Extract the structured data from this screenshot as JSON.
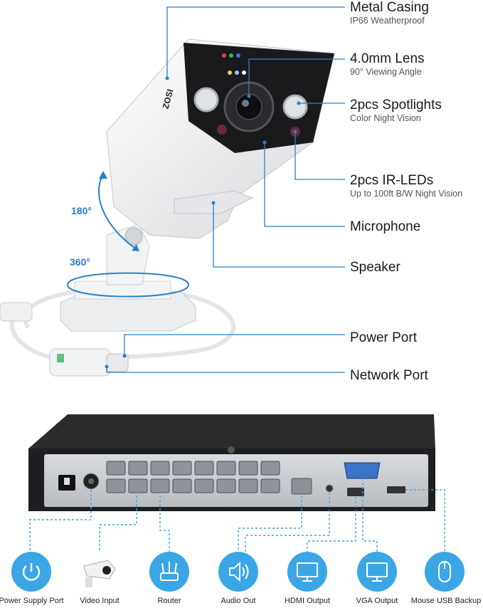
{
  "camera_callouts": [
    {
      "title": "Metal Casing",
      "subtitle": "IP66 Weatherproof"
    },
    {
      "title": "4.0mm Lens",
      "subtitle": "90° Viewing Angle"
    },
    {
      "title": "2pcs Spotlights",
      "subtitle": "Color Night Vision"
    },
    {
      "title": "2pcs IR-LEDs",
      "subtitle": "Up to 100ft B/W Night Vision"
    },
    {
      "title": "Microphone",
      "subtitle": ""
    },
    {
      "title": "Speaker",
      "subtitle": ""
    },
    {
      "title": "Power Port",
      "subtitle": ""
    },
    {
      "title": "Network Port",
      "subtitle": ""
    }
  ],
  "rotation": {
    "tilt": "180°",
    "pan": "360°"
  },
  "brand": "ZOSI",
  "nvr_ports": [
    {
      "label": "Power Supply Port",
      "icon": "power-icon"
    },
    {
      "label": "Video Input",
      "icon": "camera-icon"
    },
    {
      "label": "Router",
      "icon": "router-icon"
    },
    {
      "label": "Audio Out",
      "icon": "speaker-icon"
    },
    {
      "label": "HDMI Output",
      "icon": "monitor-icon"
    },
    {
      "label": "VGA Output",
      "icon": "monitor-icon"
    },
    {
      "label": "Mouse USB Backup",
      "icon": "mouse-icon"
    }
  ],
  "colors": {
    "accent": "#3aa6e6",
    "line": "#2b7fc9",
    "nvr_body": "#1f1f1f",
    "nvr_panel": "#c9ccd1"
  }
}
